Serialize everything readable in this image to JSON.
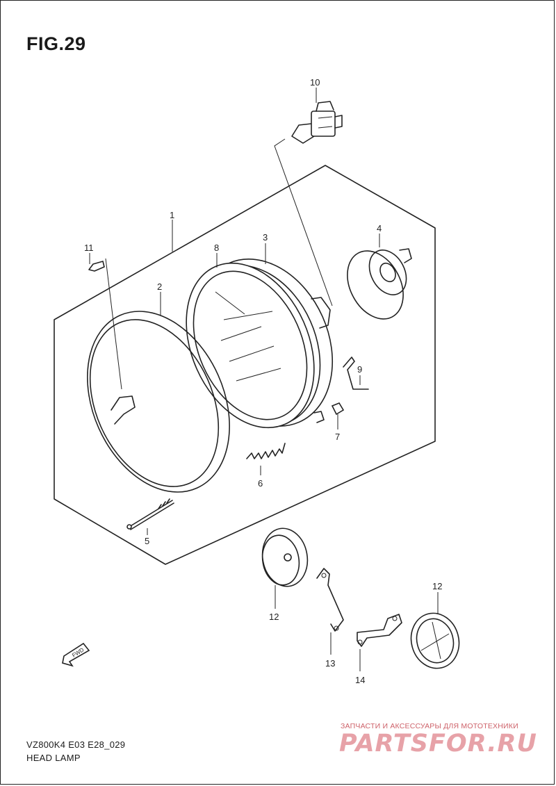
{
  "figure": {
    "title": "FIG.29",
    "model_code": "VZ800K4 E03 E28_029",
    "name": "HEAD LAMP"
  },
  "fwd_label": "FWD",
  "callouts": {
    "p1": "1",
    "p2": "2",
    "p3": "3",
    "p4": "4",
    "p5": "5",
    "p6": "6",
    "p7": "7",
    "p8": "8",
    "p9": "9",
    "p10": "10",
    "p11": "11",
    "p12a": "12",
    "p12b": "12",
    "p13": "13",
    "p14": "14"
  },
  "watermark": {
    "tagline": "ЗАПЧАСТИ И АКСЕССУАРЫ ДЛЯ МОТОТЕХНИКИ",
    "logo": "PARTSFOR.RU"
  },
  "colors": {
    "line": "#222222",
    "watermark": "#c5464f"
  }
}
